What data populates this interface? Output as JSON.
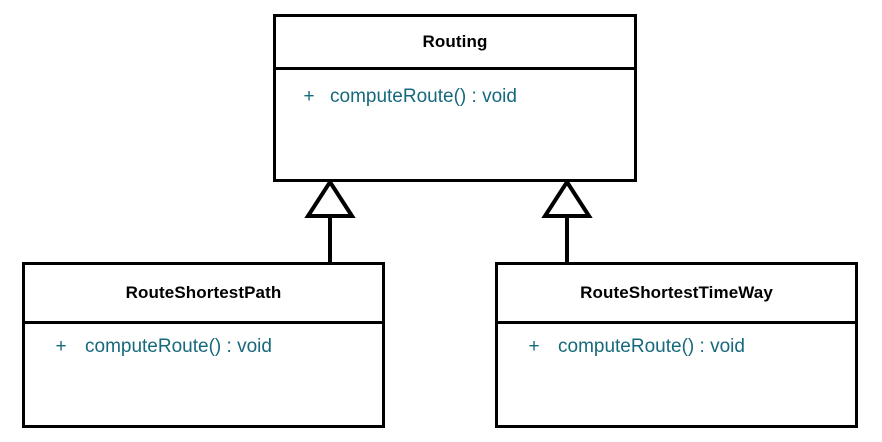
{
  "diagram": {
    "type": "uml-class-diagram",
    "background_color": "#ffffff",
    "line_color": "#000000",
    "class_name_color": "#000000",
    "member_text_color": "#17697c",
    "classes": [
      {
        "id": "routing",
        "name": "Routing",
        "role": "superclass",
        "members": [
          {
            "visibility": "+",
            "signature": "computeRoute() : void"
          }
        ]
      },
      {
        "id": "routeshortestpath",
        "name": "RouteShortestPath",
        "role": "subclass",
        "members": [
          {
            "visibility": "+",
            "signature": "computeRoute() : void"
          }
        ]
      },
      {
        "id": "routeshortesttimeway",
        "name": "RouteShortestTimeWay",
        "role": "subclass",
        "members": [
          {
            "visibility": "+",
            "signature": "computeRoute() : void"
          }
        ]
      }
    ],
    "relationships": [
      {
        "id": "gen-left",
        "kind": "generalization",
        "from": "RouteShortestPath",
        "to": "Routing",
        "arrow": "hollow-triangle"
      },
      {
        "id": "gen-right",
        "kind": "generalization",
        "from": "RouteShortestTimeWay",
        "to": "Routing",
        "arrow": "hollow-triangle"
      }
    ]
  }
}
